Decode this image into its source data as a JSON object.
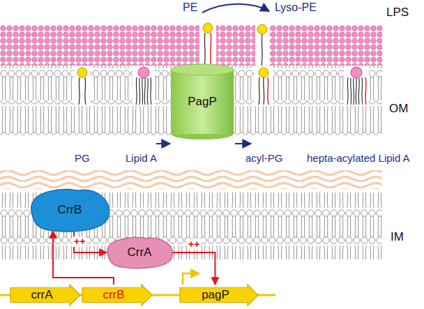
{
  "diagram": {
    "nodes": [
      {
        "text": [
          "PagP"
        ]
      },
      {
        "text": [
          "CrrB"
        ]
      },
      {
        "text": [
          "CrrA"
        ]
      },
      {
        "text": [
          "crrA"
        ]
      },
      {
        "text": [
          "crrB"
        ]
      },
      {
        "text": [
          "pagP"
        ]
      }
    ],
    "edges": [
      {
        "from": 4,
        "to": 1,
        "arrow": "to"
      },
      {
        "from": 1,
        "to": 2,
        "label": "++",
        "arrow": "to"
      },
      {
        "from": 2,
        "to": 5,
        "label": "++",
        "arrow": "to"
      }
    ],
    "labels": [
      "LPS",
      "PE",
      "Lyso-PE",
      "OM",
      "PG",
      "Lipid A",
      "acyl-PG",
      "hepta-acylated Lipid A",
      "IM"
    ]
  }
}
